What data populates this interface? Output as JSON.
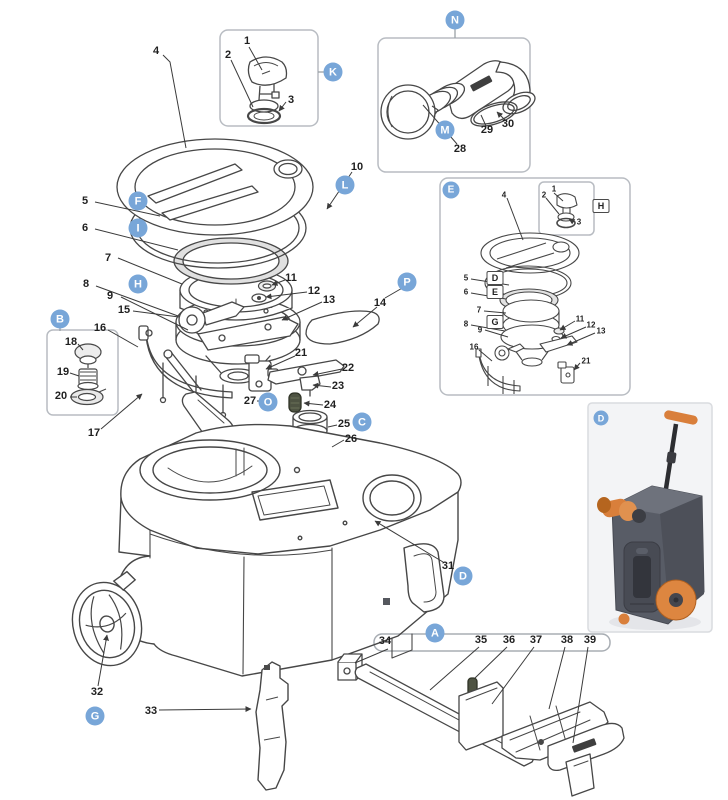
{
  "nums": {
    "1": "1",
    "2": "2",
    "3": "3",
    "4": "4",
    "5": "5",
    "6": "6",
    "7": "7",
    "8": "8",
    "9": "9",
    "10": "10",
    "11": "11",
    "12": "12",
    "13": "13",
    "14": "14",
    "15": "15",
    "16": "16",
    "17": "17",
    "18": "18",
    "19": "19",
    "20": "20",
    "21": "21",
    "22": "22",
    "23": "23",
    "24": "24",
    "25": "25",
    "26": "26",
    "27": "27",
    "28": "28",
    "29": "29",
    "30": "30",
    "31": "31",
    "32": "32",
    "33": "33",
    "34": "34",
    "35": "35",
    "36": "36",
    "37": "37",
    "38": "38",
    "39": "39"
  },
  "sub": {
    "1": "1",
    "2": "2",
    "3": "3",
    "4": "4",
    "5": "5",
    "6": "6",
    "7": "7",
    "8": "8",
    "9": "9",
    "11": "11",
    "12": "12",
    "13": "13",
    "16": "16",
    "21": "21"
  },
  "badges": {
    "k": "K",
    "n": "N",
    "m": "M",
    "l": "L",
    "f": "F",
    "i": "I",
    "h": "H",
    "b": "B",
    "p": "P",
    "o": "O",
    "c": "C",
    "d_tank": "D",
    "g": "G",
    "a": "A",
    "e": "E",
    "d_photo": "D"
  },
  "boxed": {
    "d": "D",
    "e": "E",
    "g": "G",
    "h": "H"
  },
  "colors": {
    "badge_blue": "#78a6d8",
    "line": "#474747",
    "frame_gray": "#b8bcc2",
    "accent_orange": "#d97f3b",
    "tank_gray": "#585c66",
    "photo_bg": "#f3f4f6",
    "spring_olive": "#4e5342"
  }
}
